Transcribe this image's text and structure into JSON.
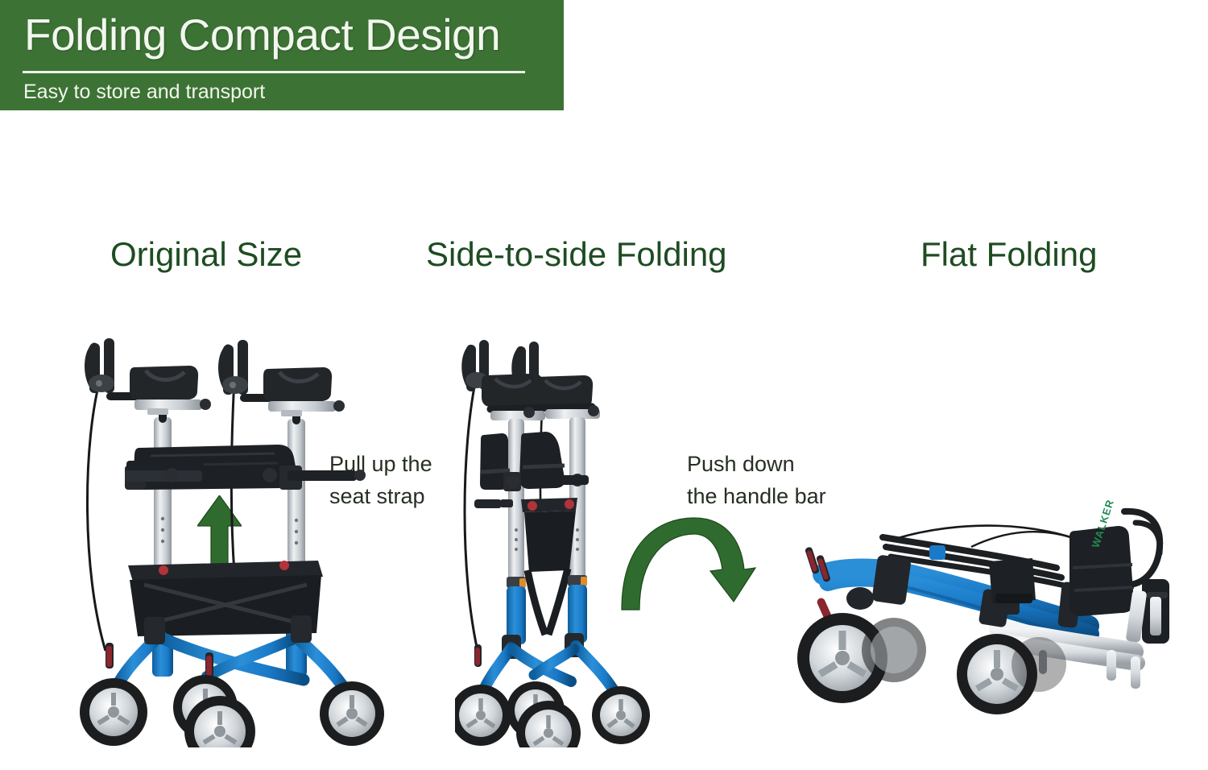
{
  "banner": {
    "title": "Folding Compact Design",
    "subtitle": "Easy to store and transport",
    "bg_color": "#3d7235",
    "text_color": "#f2f7ee"
  },
  "headings": {
    "color": "#1e4c22",
    "items": [
      {
        "label": "Original Size"
      },
      {
        "label": "Side-to-side Folding"
      },
      {
        "label": "Flat Folding"
      }
    ]
  },
  "captions": {
    "color": "#262f22",
    "items": [
      {
        "line1": "Pull up the",
        "line2": "seat strap"
      },
      {
        "line1": "Push down",
        "line2": "the handle bar"
      }
    ]
  },
  "arrows": {
    "color": "#2f6b2e",
    "up_arrow": "arrow-up-icon",
    "curved_arrow": "arrow-curved-right-down-icon"
  },
  "product": {
    "name": "upright rollator walker",
    "frame_color": "#1a7ac8",
    "frame_color_dark": "#0d5f9e",
    "tube_color": "#d9dde0",
    "accent_color": "#e08a2a",
    "pad_color": "#232629",
    "tire_color": "#1c1d1f",
    "rim_color": "#c9ced3",
    "brand_text": "WALKER",
    "brand_text_color": "#1f8a52"
  },
  "figures": [
    {
      "state": "original-size",
      "label": "Original Size"
    },
    {
      "state": "side-to-side-folded",
      "label": "Side-to-side Folding"
    },
    {
      "state": "flat-folded",
      "label": "Flat Folding"
    }
  ]
}
